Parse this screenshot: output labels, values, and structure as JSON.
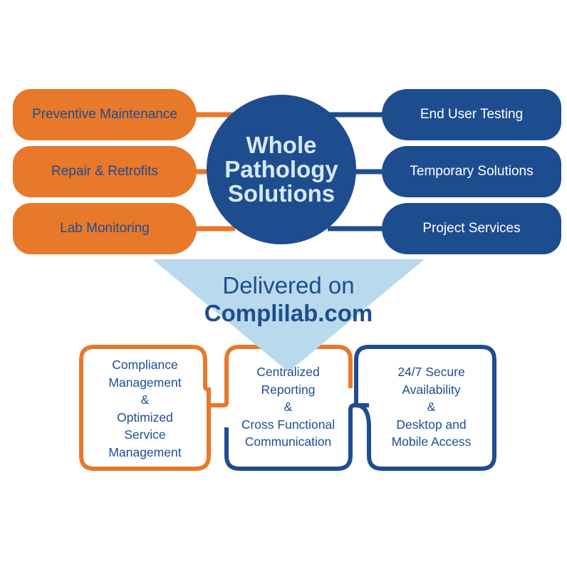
{
  "colors": {
    "orange": "#e8782a",
    "blue": "#1e4d8f",
    "light_blue": "#b9d9ec",
    "circle_text": "#d6e9f6"
  },
  "left_items": [
    {
      "label": "Preventive Maintenance"
    },
    {
      "label": "Repair & Retrofits"
    },
    {
      "label": "Lab Monitoring"
    }
  ],
  "right_items": [
    {
      "label": "End User Testing"
    },
    {
      "label": "Temporary Solutions"
    },
    {
      "label": "Project Services"
    }
  ],
  "center": {
    "lines": [
      "Whole",
      "Pathology",
      "Solutions"
    ]
  },
  "delivered": {
    "line1": "Delivered on",
    "line2": "Complilab.com"
  },
  "boxes": [
    {
      "lines": [
        "Compliance",
        "Management",
        "&",
        "Optimized",
        "Service",
        "Management"
      ]
    },
    {
      "lines": [
        "Centralized",
        "Reporting",
        "&",
        "Cross Functional",
        "Communication"
      ]
    },
    {
      "lines": [
        "24/7 Secure",
        "Availability",
        "&",
        "Desktop and",
        "Mobile Access"
      ]
    }
  ]
}
